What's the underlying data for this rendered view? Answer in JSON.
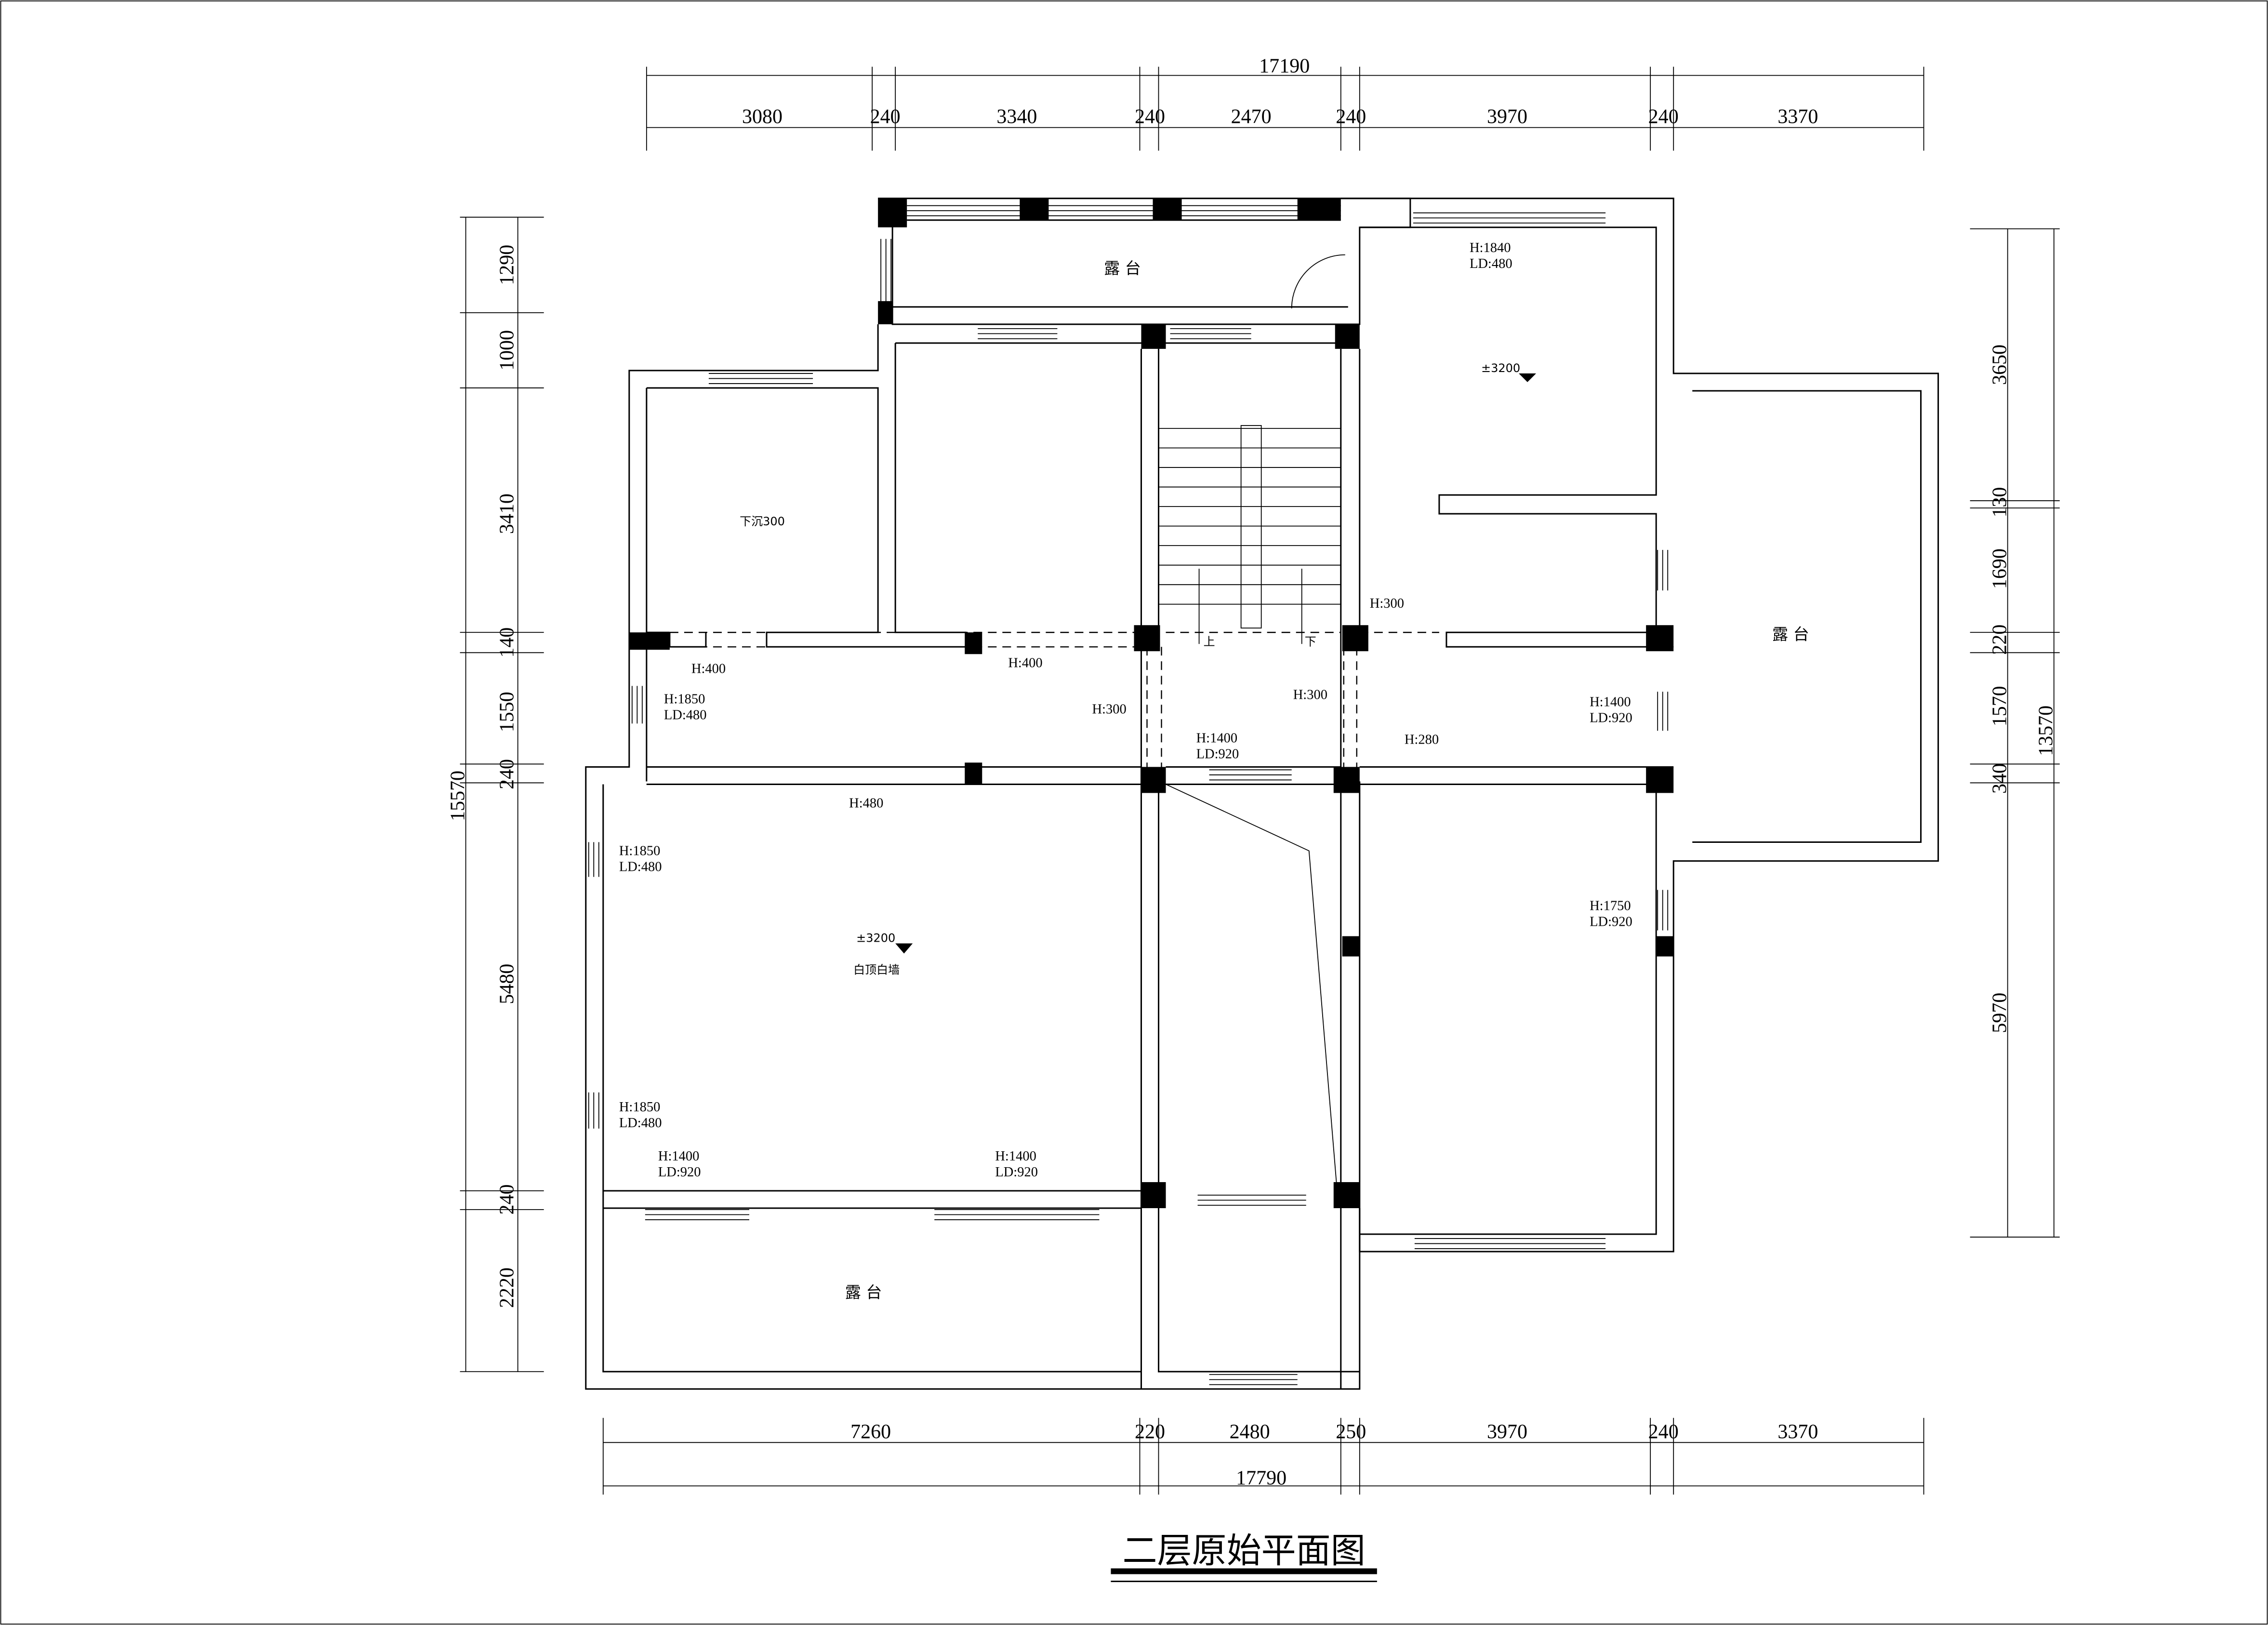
{
  "title": "二层原始平面图",
  "dimensions": {
    "top_total": "17190",
    "top_segments": [
      "3080",
      "240",
      "3340",
      "240",
      "2470",
      "240",
      "3970",
      "240",
      "3370"
    ],
    "bottom_total": "17790",
    "bottom_segments": [
      "7260",
      "220",
      "2480",
      "250",
      "3970",
      "240",
      "3370"
    ],
    "left_total": "15570",
    "left_segments": [
      "1290",
      "1000",
      "3410",
      "140",
      "1550",
      "240",
      "5480",
      "240",
      "2220"
    ],
    "right_total": "13570",
    "right_segments": [
      "3650",
      "130",
      "1690",
      "220",
      "1570",
      "340",
      "5970"
    ]
  },
  "rooms": {
    "terrace_top": "露 台",
    "terrace_right": "露 台",
    "terrace_bottom": "露 台",
    "sunken": "下沉300",
    "elev_right": "±3200",
    "elev_living": "±3200",
    "living_ceiling": "白顶白墙",
    "stair_up": "上",
    "stair_down": "下"
  },
  "notes": [
    {
      "h": "H:1840",
      "ld": "LD:480"
    },
    {
      "h": "H:1850",
      "ld": "LD:480"
    },
    {
      "h": "H:1850",
      "ld": "LD:480"
    },
    {
      "h": "H:1850",
      "ld": "LD:480"
    },
    {
      "h": "H:1400",
      "ld": "LD:920"
    },
    {
      "h": "H:1400",
      "ld": "LD:920"
    },
    {
      "h": "H:1400",
      "ld": "LD:920"
    },
    {
      "h": "H:1750",
      "ld": "LD:920"
    },
    {
      "h": "H:1400",
      "ld": "LD:920"
    }
  ],
  "beams": [
    "H:400",
    "H:400",
    "H:300",
    "H:300",
    "H:300",
    "H:280",
    "H:480"
  ]
}
